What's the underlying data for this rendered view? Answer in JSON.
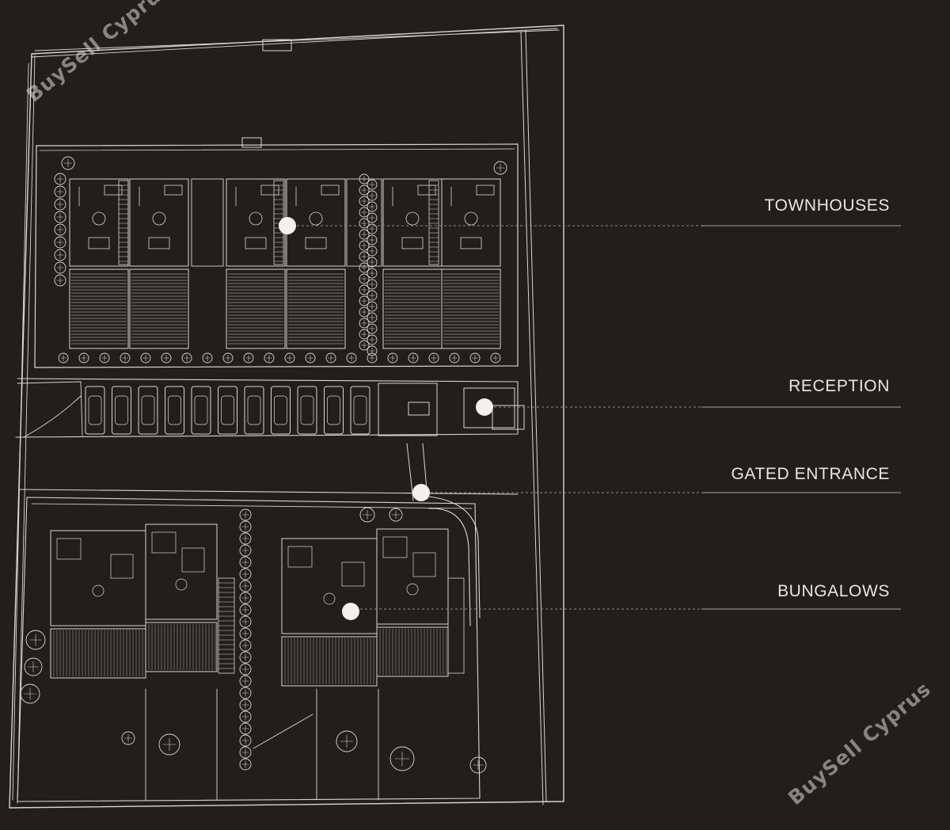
{
  "labels": {
    "townhouses": "TOWNHOUSES",
    "reception": "RECEPTION",
    "gated_entrance": "GATED ENTRANCE",
    "bungalows": "BUNGALOWS"
  },
  "watermarks": {
    "top": "BuySell Cyprus",
    "bottom": "BuySell Cyprus"
  },
  "colors": {
    "background": "#211f1c",
    "sketch": "#d9d6cf",
    "marker": "#f2f1ee",
    "leader": "#8d8a84"
  }
}
